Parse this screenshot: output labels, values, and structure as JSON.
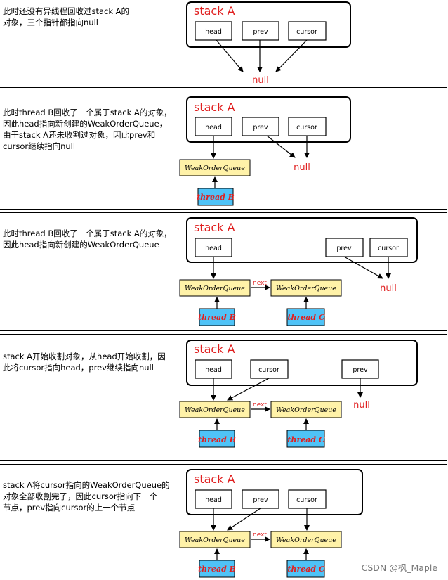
{
  "panels": [
    {
      "description": "此时还没有异线程回收过stack A的\n对象，三个指针都指向null"
    },
    {
      "description": "此时thread B回收了一个属于stack A的对象，\n因此head指向新创建的WeakOrderQueue，\n由于stack A还未收割过对象，因此prev和\ncursor继续指向null"
    },
    {
      "description": "此时thread B回收了一个属于stack A的对象，\n因此head指向新创建的WeakOrderQueue"
    },
    {
      "description": "stack A开始收割对象，从head开始收割，因\n此将cursor指向head，prev继续指向null"
    },
    {
      "description": "stack A将cursor指向的WeakOrderQueue的\n对象全部收割完了，因此cursor指向下一个\n节点，prev指向cursor的上一个节点"
    }
  ],
  "labels": {
    "stack": "stack A",
    "head": "head",
    "prev": "prev",
    "cursor": "cursor",
    "null": "null",
    "queue": "WeakOrderQueue",
    "thread_b": "thread B",
    "thread_c": "thread C",
    "next": "next"
  },
  "watermark": "CSDN @枫_Maple",
  "colors": {
    "red": "#e02020",
    "queue_fill": "#fff2a8",
    "thread_fill": "#4fc3f7",
    "divider": "#000000"
  }
}
